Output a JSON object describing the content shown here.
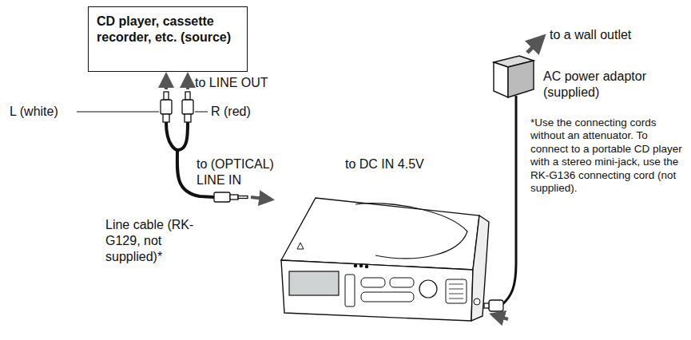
{
  "diagram": {
    "nodes": [
      {
        "text": [
          "CD player, cassette recorder, etc. (source)"
        ]
      }
    ],
    "labels": [
      "to LINE OUT",
      "L (white)",
      "R (red)",
      "to (OPTICAL) LINE IN",
      "Line cable (RK-G129, not supplied)*",
      "to DC IN 4.5V",
      "to a wall outlet",
      "AC power adaptor (supplied)",
      "*Use the connecting cords without an attenuator. To connect to a portable CD player with a stereo mini-jack, use the RK-G136 connecting cord (not supplied)."
    ]
  }
}
